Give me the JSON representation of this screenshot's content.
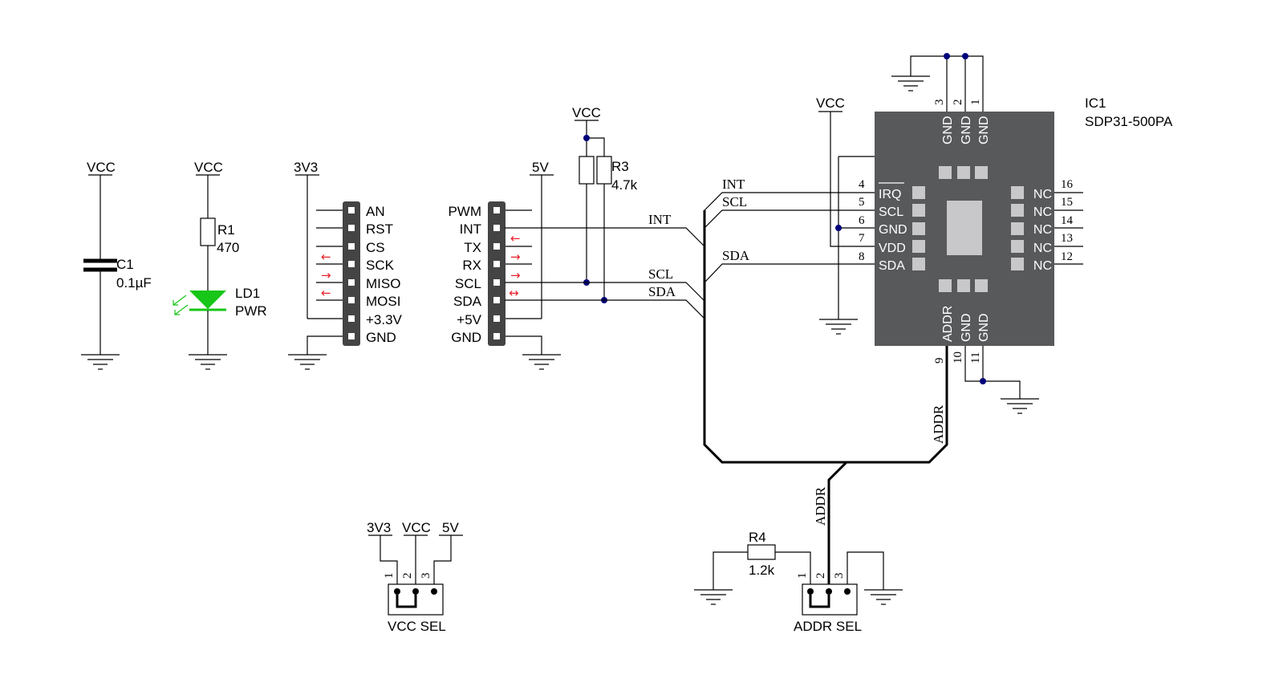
{
  "c1": {
    "power": "VCC",
    "ref": "C1",
    "value": "0.1µF"
  },
  "ld1": {
    "power": "VCC",
    "r_ref": "R1",
    "r_value": "470",
    "led_ref": "LD1",
    "led_value": "PWR"
  },
  "header_left": {
    "power": "3V3",
    "pins": [
      "AN",
      "RST",
      "CS",
      "SCK",
      "MISO",
      "MOSI",
      "+3.3V",
      "GND"
    ]
  },
  "header_right": {
    "power": "5V",
    "pins": [
      "PWM",
      "INT",
      "TX",
      "RX",
      "SCL",
      "SDA",
      "+5V",
      "GND"
    ]
  },
  "arrows": {
    "left": "←",
    "right": "→",
    "both": "↔"
  },
  "pullup": {
    "power": "VCC",
    "ref": "R3",
    "value": "4.7k"
  },
  "nets": {
    "int": "INT",
    "scl": "SCL",
    "sda": "SDA",
    "addr": "ADDR"
  },
  "ic1": {
    "ref": "IC1",
    "part": "SDP31-500PA",
    "vcc": "VCC",
    "top_pins": [
      {
        "num": "3",
        "label": "GND"
      },
      {
        "num": "2",
        "label": "GND"
      },
      {
        "num": "1",
        "label": "GND"
      }
    ],
    "left_pins": [
      {
        "num": "4",
        "label": "IRQ"
      },
      {
        "num": "5",
        "label": "SCL"
      },
      {
        "num": "6",
        "label": "GND"
      },
      {
        "num": "7",
        "label": "VDD"
      },
      {
        "num": "8",
        "label": "SDA"
      }
    ],
    "right_pins": [
      {
        "num": "16",
        "label": "NC"
      },
      {
        "num": "15",
        "label": "NC"
      },
      {
        "num": "14",
        "label": "NC"
      },
      {
        "num": "13",
        "label": "NC"
      },
      {
        "num": "12",
        "label": "NC"
      }
    ],
    "bottom_pins": [
      {
        "num": "9",
        "label": "ADDR"
      },
      {
        "num": "10",
        "label": "GND"
      },
      {
        "num": "11",
        "label": "GND"
      }
    ]
  },
  "vcc_sel": {
    "label": "VCC SEL",
    "opts": [
      "3V3",
      "VCC",
      "5V"
    ],
    "pin_nums": [
      "1",
      "2",
      "3"
    ]
  },
  "addr_sel": {
    "label": "ADDR SEL",
    "r_ref": "R4",
    "r_value": "1.2k",
    "pin_nums": [
      "1",
      "2",
      "3"
    ]
  },
  "colors": {
    "ic_body": "#58595b",
    "ic_pad": "#c8c8ca",
    "led": "#17c617",
    "arrow": "#e8202a",
    "junction": "#00007a"
  }
}
